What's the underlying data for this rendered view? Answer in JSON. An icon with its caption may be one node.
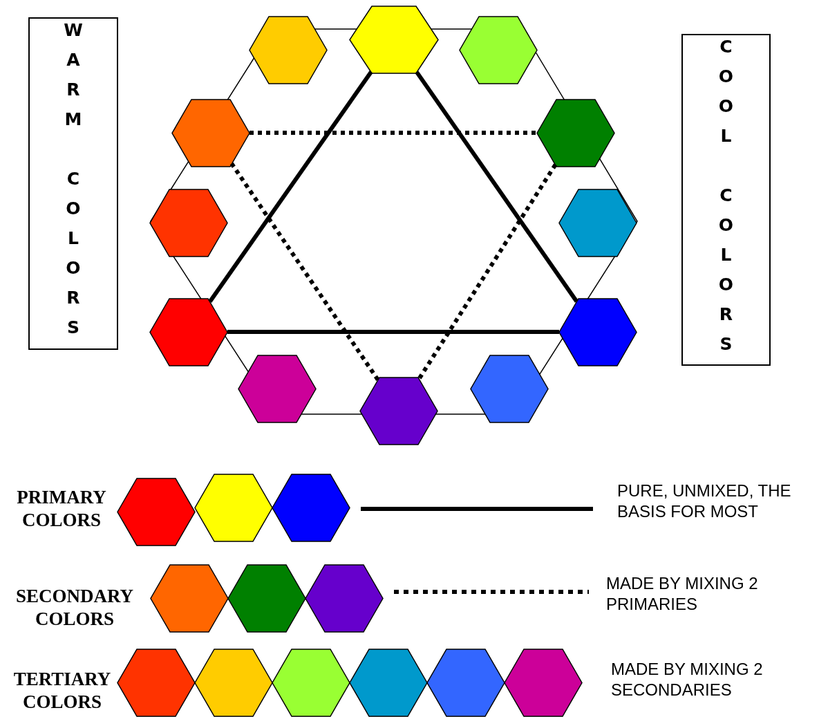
{
  "diagram": {
    "nodes": [
      {
        "text": [
          "WARM COLORS"
        ]
      },
      {
        "text": [
          "COOL COLORS"
        ]
      },
      {
        "text": [],
        "shape": "hexagon"
      },
      {
        "text": [],
        "shape": "hexagon"
      },
      {
        "text": [],
        "shape": "hexagon"
      },
      {
        "text": [],
        "shape": "hexagon"
      },
      {
        "text": [],
        "shape": "hexagon"
      },
      {
        "text": [],
        "shape": "hexagon"
      },
      {
        "text": [],
        "shape": "hexagon"
      },
      {
        "text": [],
        "shape": "hexagon"
      },
      {
        "text": [],
        "shape": "hexagon"
      },
      {
        "text": [],
        "shape": "hexagon"
      },
      {
        "text": [],
        "shape": "hexagon"
      },
      {
        "text": [],
        "shape": "hexagon"
      },
      {
        "text": [],
        "shape": "hexagon"
      },
      {
        "text": [],
        "shape": "hexagon"
      },
      {
        "text": [],
        "shape": "hexagon"
      },
      {
        "text": [],
        "shape": "hexagon"
      },
      {
        "text": [],
        "shape": "hexagon"
      },
      {
        "text": [],
        "shape": "hexagon"
      },
      {
        "text": [],
        "shape": "hexagon"
      },
      {
        "text": [],
        "shape": "hexagon"
      },
      {
        "text": [],
        "shape": "hexagon"
      },
      {
        "text": [],
        "shape": "hexagon"
      },
      {
        "text": [],
        "shape": "hexagon"
      },
      {
        "text": [],
        "shape": "hexagon"
      }
    ],
    "edges": [
      {
        "from": 2,
        "to": 9,
        "arrow": "none"
      },
      {
        "from": 9,
        "to": 10,
        "arrow": "none"
      },
      {
        "from": 10,
        "to": 2,
        "arrow": "none"
      },
      {
        "from": 5,
        "to": 6,
        "arrow": "none",
        "style": "dashed"
      },
      {
        "from": 6,
        "to": 13,
        "arrow": "none",
        "style": "dashed"
      },
      {
        "from": 13,
        "to": 5,
        "arrow": "none",
        "style": "dashed"
      }
    ],
    "labels": [
      "PRIMARY COLORS",
      "PURE, UNMIXED, THE BASIS FOR MOST",
      "SECONDARY COLORS",
      "MADE BY MIXING 2 PRIMARIES",
      "TERTIARY COLORS",
      "MADE BY MIXING 2 SECONDARIES"
    ]
  }
}
